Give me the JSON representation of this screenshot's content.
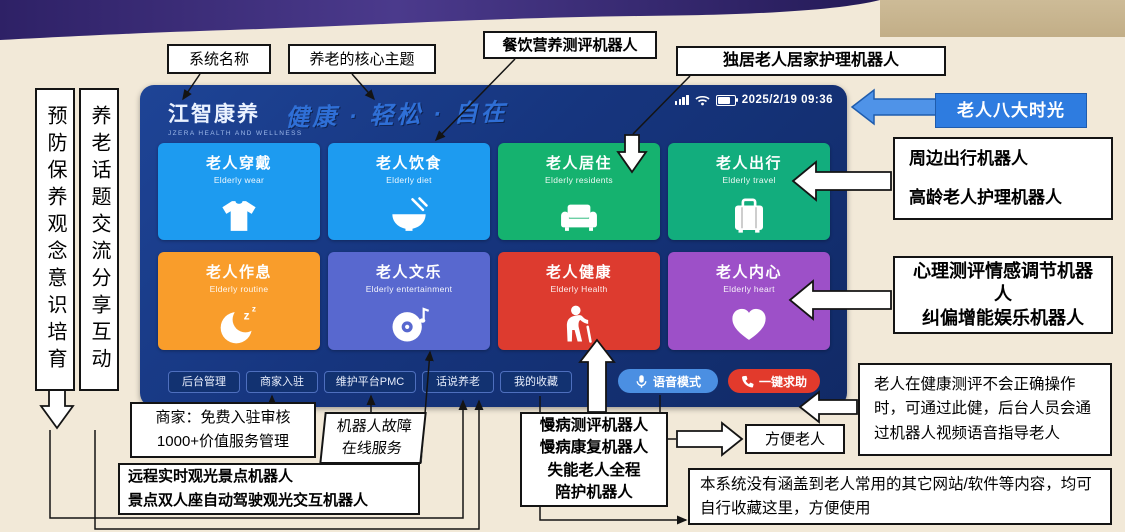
{
  "colors": {
    "background": "#f2e9d8",
    "banner_purple": "#3b2a72",
    "banner_tan": "#c9b691",
    "tablet_bg": "#16357e",
    "voice_button": "#4b8fe2",
    "sos_button": "#e23a2c",
    "eight_times_box": "#2e7ce0"
  },
  "icons": {
    "sleep_z": "z"
  },
  "tablet": {
    "logo_title": "江智康养",
    "logo_subtitle": "JZERA HEALTH AND WELLNESS",
    "slogan": "健康 · 轻松 · 自在",
    "status_datetime": "2025/2/19  09:36",
    "tiles": [
      {
        "title": "老人穿戴",
        "subtitle": "Elderly wear",
        "color": "#1d9bf0",
        "icon": "tshirt-icon"
      },
      {
        "title": "老人饮食",
        "subtitle": "Elderly diet",
        "color": "#1d9bf0",
        "icon": "food-bowl-icon"
      },
      {
        "title": "老人居住",
        "subtitle": "Elderly residents",
        "color": "#15b26f",
        "icon": "sofa-icon"
      },
      {
        "title": "老人出行",
        "subtitle": "Elderly travel",
        "color": "#12ad7d",
        "icon": "suitcase-icon"
      },
      {
        "title": "老人作息",
        "subtitle": "Elderly routine",
        "color": "#f99d2b",
        "icon": "sleep-moon-icon"
      },
      {
        "title": "老人文乐",
        "subtitle": "Elderly entertainment",
        "color": "#5868cf",
        "icon": "music-disc-icon"
      },
      {
        "title": "老人健康",
        "subtitle": "Elderly Health",
        "color": "#dd3b2f",
        "icon": "elder-cane-icon"
      },
      {
        "title": "老人内心",
        "subtitle": "Elderly heart",
        "color": "#9d50c8",
        "icon": "heart-icon"
      }
    ],
    "nav_buttons": [
      "后台管理",
      "商家入驻",
      "维护平台PMC",
      "话说养老",
      "我的收藏"
    ],
    "voice_button": "语音模式",
    "sos_button": "一键求助"
  },
  "callouts": {
    "system_name": "系统名称",
    "core_theme": "养老的核心主题",
    "dining_robot": "餐饮营养测评机器人",
    "living_robot": "独居老人居家护理机器人",
    "eight_times": "老人八大时光",
    "travel_line1": "周边出行机器人",
    "travel_line2": "高龄老人护理机器人",
    "heart_line1": "心理测评情感调节机器人",
    "heart_line2": "纠偏增能娱乐机器人",
    "sos_note": "老人在健康测评不会正确操作时，可通过此健，后台人员会通过机器人视频语音指导老人",
    "convenient": "方便老人",
    "favorites_note": "本系统没有涵盖到老人常用的其它网站/软件等内容，均可自行收藏这里，方便使用",
    "health_line1": "慢病测评机器人",
    "health_line2": "慢病康复机器人",
    "health_line3": "失能老人全程",
    "health_line4": "陪护机器人",
    "merchant_line1": "商家：免费入驻审核",
    "merchant_line2": "1000+价值服务管理",
    "maintenance_line1": "机器人故障",
    "maintenance_line2": "在线服务",
    "sightseeing_line1": "远程实时观光景点机器人",
    "sightseeing_line2": "景点双人座自动驾驶观光交互机器人",
    "vertical_left": "预防保养观念意识培育",
    "vertical_right": "养老话题交流分享互动"
  }
}
